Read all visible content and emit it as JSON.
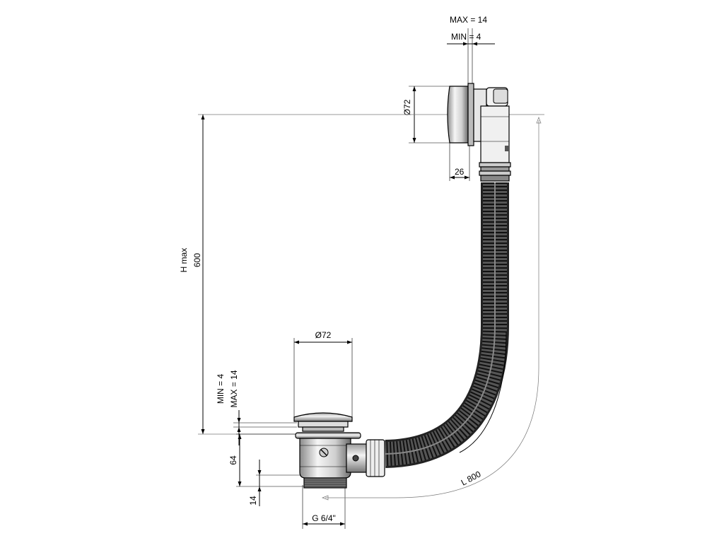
{
  "labels": {
    "max_top": "MAX = 14",
    "min_top": "MIN =  4",
    "dia_overflow": "Ø72",
    "depth_26": "26",
    "h_max": "H max",
    "h_600": "600",
    "dia_waste": "Ø72",
    "min_side": "MIN =  4",
    "max_side": "MAX = 14",
    "dim_64": "64",
    "dim_14": "14",
    "thread": "G 6/4\"",
    "length": "L 800"
  },
  "colors": {
    "line": "#000000",
    "metal_light": "#f2f2f2",
    "metal_mid": "#bdbdbd",
    "metal_dark": "#6e6e6e",
    "hose": "#333333"
  }
}
